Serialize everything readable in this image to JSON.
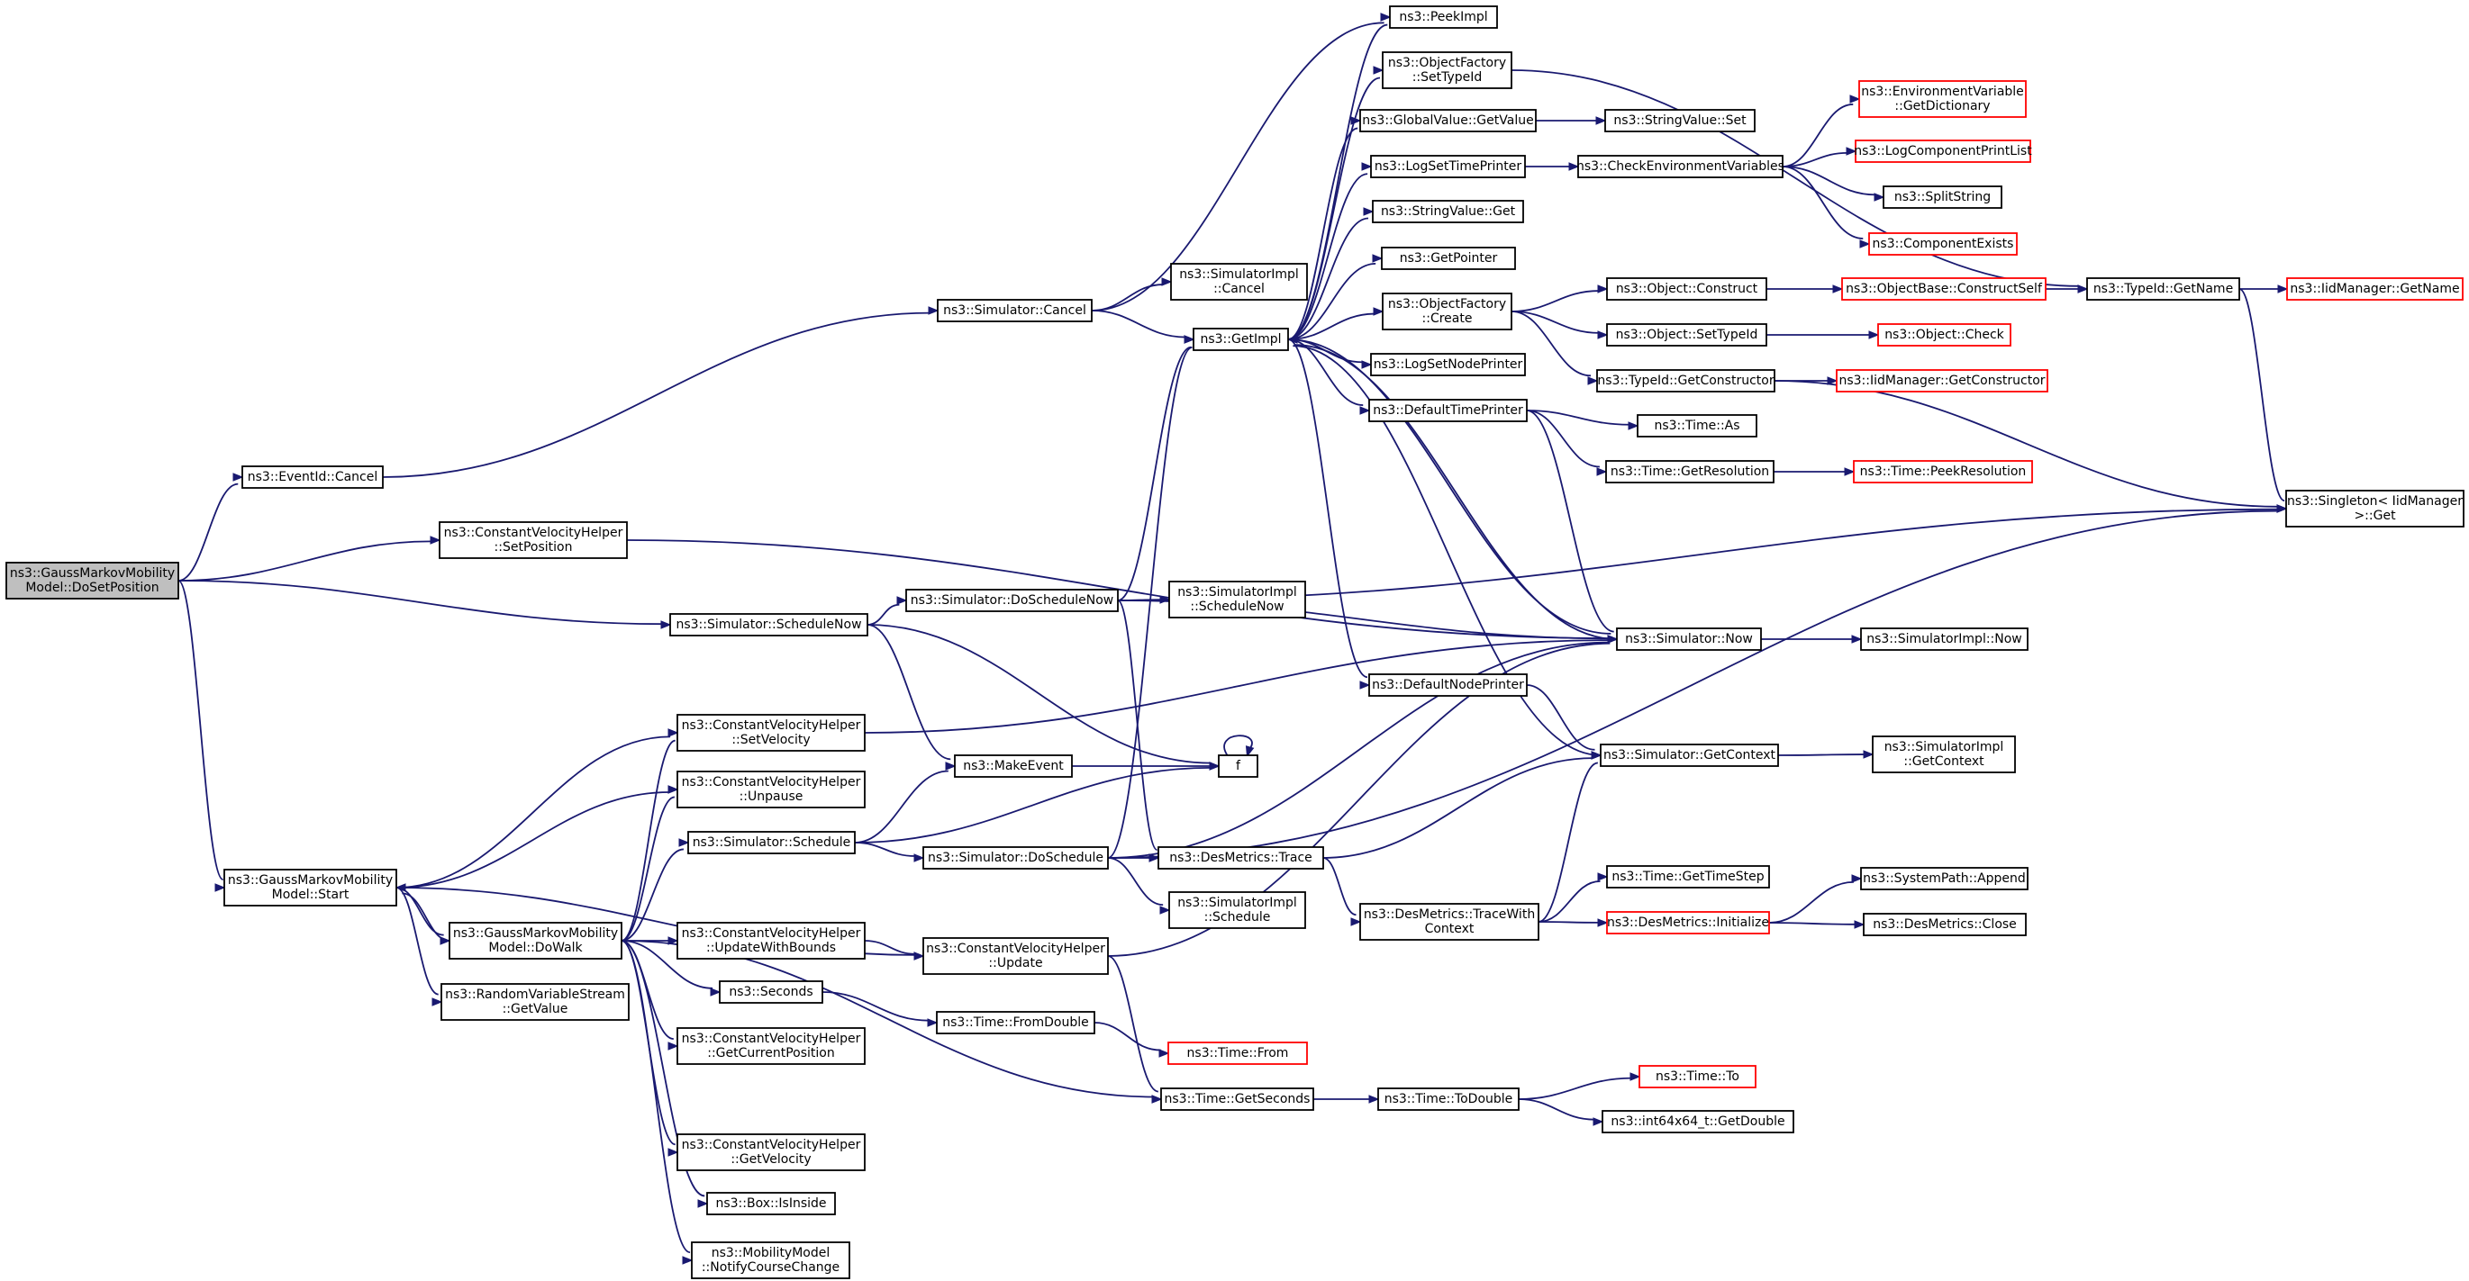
{
  "graph": {
    "colors": {
      "edge": "#191970",
      "node_border": "#000000",
      "node_border_truncated": "#ff0000",
      "node_fill": "#ffffff",
      "root_fill": "#bfbfbf",
      "text": "#000000"
    },
    "nodes": [
      {
        "id": "root",
        "lines": [
          "ns3::GaussMarkovMobility",
          "Model::DoSetPosition"
        ],
        "root": true
      },
      {
        "id": "eventid_cancel",
        "lines": [
          "ns3::EventId::Cancel"
        ]
      },
      {
        "id": "cvh_setposition",
        "lines": [
          "ns3::ConstantVelocityHelper",
          "::SetPosition"
        ]
      },
      {
        "id": "sim_schedulenow",
        "lines": [
          "ns3::Simulator::ScheduleNow"
        ]
      },
      {
        "id": "gmm_start",
        "lines": [
          "ns3::GaussMarkovMobility",
          "Model::Start"
        ]
      },
      {
        "id": "sim_cancel",
        "lines": [
          "ns3::Simulator::Cancel"
        ]
      },
      {
        "id": "simimpl_cancel",
        "lines": [
          "ns3::SimulatorImpl",
          "::Cancel"
        ]
      },
      {
        "id": "getimpl",
        "lines": [
          "ns3::GetImpl"
        ]
      },
      {
        "id": "peekimpl",
        "lines": [
          "ns3::PeekImpl"
        ]
      },
      {
        "id": "of_settypeid",
        "lines": [
          "ns3::ObjectFactory",
          "::SetTypeId"
        ]
      },
      {
        "id": "gv_getvalue",
        "lines": [
          "ns3::GlobalValue::GetValue"
        ]
      },
      {
        "id": "stringvalue_set",
        "lines": [
          "ns3::StringValue::Set"
        ]
      },
      {
        "id": "logsettimeprinter",
        "lines": [
          "ns3::LogSetTimePrinter"
        ]
      },
      {
        "id": "checkenv",
        "lines": [
          "ns3::CheckEnvironmentVariables"
        ]
      },
      {
        "id": "envvar_getdict",
        "lines": [
          "ns3::EnvironmentVariable",
          "::GetDictionary"
        ],
        "truncated": true
      },
      {
        "id": "logcompprintlist",
        "lines": [
          "ns3::LogComponentPrintList"
        ],
        "truncated": true
      },
      {
        "id": "splitstring",
        "lines": [
          "ns3::SplitString"
        ]
      },
      {
        "id": "componentexists",
        "lines": [
          "ns3::ComponentExists"
        ],
        "truncated": true
      },
      {
        "id": "stringvalue_get",
        "lines": [
          "ns3::StringValue::Get"
        ]
      },
      {
        "id": "getpointer",
        "lines": [
          "ns3::GetPointer"
        ]
      },
      {
        "id": "of_create",
        "lines": [
          "ns3::ObjectFactory",
          "::Create"
        ]
      },
      {
        "id": "object_construct",
        "lines": [
          "ns3::Object::Construct"
        ]
      },
      {
        "id": "objectbase_constructself",
        "lines": [
          "ns3::ObjectBase::ConstructSelf"
        ],
        "truncated": true
      },
      {
        "id": "typeid_getname",
        "lines": [
          "ns3::TypeId::GetName"
        ]
      },
      {
        "id": "iidmanager_getname",
        "lines": [
          "ns3::IidManager::GetName"
        ],
        "truncated": true
      },
      {
        "id": "object_settypeid",
        "lines": [
          "ns3::Object::SetTypeId"
        ]
      },
      {
        "id": "object_check",
        "lines": [
          "ns3::Object::Check"
        ],
        "truncated": true
      },
      {
        "id": "typeid_getconstructor",
        "lines": [
          "ns3::TypeId::GetConstructor"
        ]
      },
      {
        "id": "iidmanager_getconstructor",
        "lines": [
          "ns3::IidManager::GetConstructor"
        ],
        "truncated": true
      },
      {
        "id": "logsetnodeprinter",
        "lines": [
          "ns3::LogSetNodePrinter"
        ]
      },
      {
        "id": "defaulttimeprinter",
        "lines": [
          "ns3::DefaultTimePrinter"
        ]
      },
      {
        "id": "time_as",
        "lines": [
          "ns3::Time::As"
        ]
      },
      {
        "id": "time_getresolution",
        "lines": [
          "ns3::Time::GetResolution"
        ]
      },
      {
        "id": "time_peekresolution",
        "lines": [
          "ns3::Time::PeekResolution"
        ],
        "truncated": true
      },
      {
        "id": "singleton_get",
        "lines": [
          "ns3::Singleton< IidManager",
          ">::Get"
        ]
      },
      {
        "id": "sim_doschedulenow",
        "lines": [
          "ns3::Simulator::DoScheduleNow"
        ]
      },
      {
        "id": "simimpl_schedulenow",
        "lines": [
          "ns3::SimulatorImpl",
          "::ScheduleNow"
        ]
      },
      {
        "id": "sim_now",
        "lines": [
          "ns3::Simulator::Now"
        ]
      },
      {
        "id": "simimpl_now",
        "lines": [
          "ns3::SimulatorImpl::Now"
        ]
      },
      {
        "id": "defaultnodeprinter",
        "lines": [
          "ns3::DefaultNodePrinter"
        ]
      },
      {
        "id": "cvh_setvelocity",
        "lines": [
          "ns3::ConstantVelocityHelper",
          "::SetVelocity"
        ]
      },
      {
        "id": "makeevent",
        "lines": [
          "ns3::MakeEvent"
        ]
      },
      {
        "id": "f",
        "lines": [
          "f"
        ]
      },
      {
        "id": "sim_getcontext",
        "lines": [
          "ns3::Simulator::GetContext"
        ]
      },
      {
        "id": "simimpl_getcontext",
        "lines": [
          "ns3::SimulatorImpl",
          "::GetContext"
        ]
      },
      {
        "id": "cvh_unpause",
        "lines": [
          "ns3::ConstantVelocityHelper",
          "::Unpause"
        ]
      },
      {
        "id": "sim_schedule",
        "lines": [
          "ns3::Simulator::Schedule"
        ]
      },
      {
        "id": "sim_doschedule",
        "lines": [
          "ns3::Simulator::DoSchedule"
        ]
      },
      {
        "id": "desmetrics_trace",
        "lines": [
          "ns3::DesMetrics::Trace"
        ]
      },
      {
        "id": "simimpl_schedule",
        "lines": [
          "ns3::SimulatorImpl",
          "::Schedule"
        ]
      },
      {
        "id": "desmetrics_tracewithcontext",
        "lines": [
          "ns3::DesMetrics::TraceWith",
          "Context"
        ]
      },
      {
        "id": "time_gettimestep",
        "lines": [
          "ns3::Time::GetTimeStep"
        ]
      },
      {
        "id": "desmetrics_initialize",
        "lines": [
          "ns3::DesMetrics::Initialize"
        ],
        "truncated": true
      },
      {
        "id": "systempath_append",
        "lines": [
          "ns3::SystemPath::Append"
        ]
      },
      {
        "id": "desmetrics_close",
        "lines": [
          "ns3::DesMetrics::Close"
        ]
      },
      {
        "id": "gmm_dowalk",
        "lines": [
          "ns3::GaussMarkovMobility",
          "Model::DoWalk"
        ]
      },
      {
        "id": "cvh_updatewithbounds",
        "lines": [
          "ns3::ConstantVelocityHelper",
          "::UpdateWithBounds"
        ]
      },
      {
        "id": "cvh_update",
        "lines": [
          "ns3::ConstantVelocityHelper",
          "::Update"
        ]
      },
      {
        "id": "rvs_getvalue",
        "lines": [
          "ns3::RandomVariableStream",
          "::GetValue"
        ]
      },
      {
        "id": "seconds",
        "lines": [
          "ns3::Seconds"
        ]
      },
      {
        "id": "time_fromdouble",
        "lines": [
          "ns3::Time::FromDouble"
        ]
      },
      {
        "id": "time_from",
        "lines": [
          "ns3::Time::From"
        ],
        "truncated": true
      },
      {
        "id": "cvh_getcurrentposition",
        "lines": [
          "ns3::ConstantVelocityHelper",
          "::GetCurrentPosition"
        ]
      },
      {
        "id": "time_getseconds",
        "lines": [
          "ns3::Time::GetSeconds"
        ]
      },
      {
        "id": "time_todouble",
        "lines": [
          "ns3::Time::ToDouble"
        ]
      },
      {
        "id": "time_to",
        "lines": [
          "ns3::Time::To"
        ],
        "truncated": true
      },
      {
        "id": "int64x64_getdouble",
        "lines": [
          "ns3::int64x64_t::GetDouble"
        ]
      },
      {
        "id": "cvh_getvelocity",
        "lines": [
          "ns3::ConstantVelocityHelper",
          "::GetVelocity"
        ]
      },
      {
        "id": "box_isinside",
        "lines": [
          "ns3::Box::IsInside"
        ]
      },
      {
        "id": "mm_notifycoursechange",
        "lines": [
          "ns3::MobilityModel",
          "::NotifyCourseChange"
        ]
      }
    ],
    "edges": [
      [
        "root",
        "eventid_cancel"
      ],
      [
        "root",
        "cvh_setposition"
      ],
      [
        "root",
        "sim_schedulenow"
      ],
      [
        "root",
        "gmm_start"
      ],
      [
        "eventid_cancel",
        "sim_cancel"
      ],
      [
        "cvh_setposition",
        "sim_now"
      ],
      [
        "sim_schedulenow",
        "sim_doschedulenow"
      ],
      [
        "sim_schedulenow",
        "makeevent"
      ],
      [
        "sim_schedulenow",
        "f"
      ],
      [
        "sim_cancel",
        "peekimpl"
      ],
      [
        "sim_cancel",
        "simimpl_cancel"
      ],
      [
        "sim_cancel",
        "getimpl"
      ],
      [
        "getimpl",
        "peekimpl"
      ],
      [
        "getimpl",
        "of_settypeid"
      ],
      [
        "getimpl",
        "gv_getvalue"
      ],
      [
        "getimpl",
        "logsettimeprinter"
      ],
      [
        "getimpl",
        "stringvalue_get"
      ],
      [
        "getimpl",
        "getpointer"
      ],
      [
        "getimpl",
        "of_create"
      ],
      [
        "getimpl",
        "logsetnodeprinter"
      ],
      [
        "getimpl",
        "defaulttimeprinter"
      ],
      [
        "getimpl",
        "defaultnodeprinter"
      ],
      [
        "getimpl",
        "sim_now"
      ],
      [
        "of_settypeid",
        "typeid_getname"
      ],
      [
        "gv_getvalue",
        "stringvalue_set"
      ],
      [
        "logsettimeprinter",
        "checkenv"
      ],
      [
        "checkenv",
        "envvar_getdict"
      ],
      [
        "checkenv",
        "logcompprintlist"
      ],
      [
        "checkenv",
        "splitstring"
      ],
      [
        "checkenv",
        "componentexists"
      ],
      [
        "of_create",
        "object_construct"
      ],
      [
        "of_create",
        "object_settypeid"
      ],
      [
        "of_create",
        "typeid_getconstructor"
      ],
      [
        "object_construct",
        "objectbase_constructself"
      ],
      [
        "objectbase_constructself",
        "typeid_getname"
      ],
      [
        "typeid_getname",
        "iidmanager_getname"
      ],
      [
        "typeid_getname",
        "singleton_get"
      ],
      [
        "object_settypeid",
        "object_check"
      ],
      [
        "typeid_getconstructor",
        "iidmanager_getconstructor"
      ],
      [
        "typeid_getconstructor",
        "singleton_get"
      ],
      [
        "defaulttimeprinter",
        "time_as"
      ],
      [
        "defaulttimeprinter",
        "time_getresolution"
      ],
      [
        "defaulttimeprinter",
        "sim_now"
      ],
      [
        "time_getresolution",
        "time_peekresolution"
      ],
      [
        "sim_doschedulenow",
        "getimpl"
      ],
      [
        "sim_doschedulenow",
        "simimpl_schedulenow"
      ],
      [
        "sim_doschedulenow",
        "sim_now"
      ],
      [
        "sim_doschedulenow",
        "desmetrics_trace"
      ],
      [
        "sim_doschedulenow",
        "singleton_get"
      ],
      [
        "sim_now",
        "simimpl_now"
      ],
      [
        "sim_now",
        "getimpl"
      ],
      [
        "defaultnodeprinter",
        "sim_getcontext"
      ],
      [
        "sim_getcontext",
        "simimpl_getcontext"
      ],
      [
        "sim_getcontext",
        "getimpl"
      ],
      [
        "gmm_start",
        "cvh_setvelocity"
      ],
      [
        "gmm_start",
        "cvh_unpause"
      ],
      [
        "gmm_start",
        "gmm_dowalk"
      ],
      [
        "gmm_start",
        "rvs_getvalue"
      ],
      [
        "gmm_start",
        "cvh_update"
      ],
      [
        "cvh_setvelocity",
        "sim_now"
      ],
      [
        "makeevent",
        "f"
      ],
      [
        "f",
        "f"
      ],
      [
        "sim_schedule",
        "makeevent"
      ],
      [
        "sim_schedule",
        "f"
      ],
      [
        "sim_schedule",
        "sim_doschedule"
      ],
      [
        "sim_doschedule",
        "getimpl"
      ],
      [
        "sim_doschedule",
        "sim_now"
      ],
      [
        "sim_doschedule",
        "desmetrics_trace"
      ],
      [
        "sim_doschedule",
        "simimpl_schedule"
      ],
      [
        "sim_doschedule",
        "singleton_get"
      ],
      [
        "desmetrics_trace",
        "sim_getcontext"
      ],
      [
        "desmetrics_trace",
        "desmetrics_tracewithcontext"
      ],
      [
        "desmetrics_tracewithcontext",
        "sim_getcontext"
      ],
      [
        "desmetrics_tracewithcontext",
        "time_gettimestep"
      ],
      [
        "desmetrics_tracewithcontext",
        "desmetrics_initialize"
      ],
      [
        "desmetrics_initialize",
        "systempath_append"
      ],
      [
        "desmetrics_initialize",
        "desmetrics_close"
      ],
      [
        "gmm_dowalk",
        "gmm_start"
      ],
      [
        "gmm_dowalk",
        "cvh_setvelocity"
      ],
      [
        "gmm_dowalk",
        "cvh_unpause"
      ],
      [
        "gmm_dowalk",
        "sim_schedule"
      ],
      [
        "gmm_dowalk",
        "cvh_updatewithbounds"
      ],
      [
        "gmm_dowalk",
        "seconds"
      ],
      [
        "gmm_dowalk",
        "cvh_getcurrentposition"
      ],
      [
        "gmm_dowalk",
        "time_getseconds"
      ],
      [
        "gmm_dowalk",
        "cvh_getvelocity"
      ],
      [
        "gmm_dowalk",
        "box_isinside"
      ],
      [
        "gmm_dowalk",
        "mm_notifycoursechange"
      ],
      [
        "cvh_updatewithbounds",
        "cvh_update"
      ],
      [
        "cvh_update",
        "sim_now"
      ],
      [
        "cvh_update",
        "time_getseconds"
      ],
      [
        "seconds",
        "time_fromdouble"
      ],
      [
        "time_fromdouble",
        "time_from"
      ],
      [
        "time_getseconds",
        "time_todouble"
      ],
      [
        "time_todouble",
        "time_to"
      ],
      [
        "time_todouble",
        "int64x64_getdouble"
      ]
    ]
  }
}
